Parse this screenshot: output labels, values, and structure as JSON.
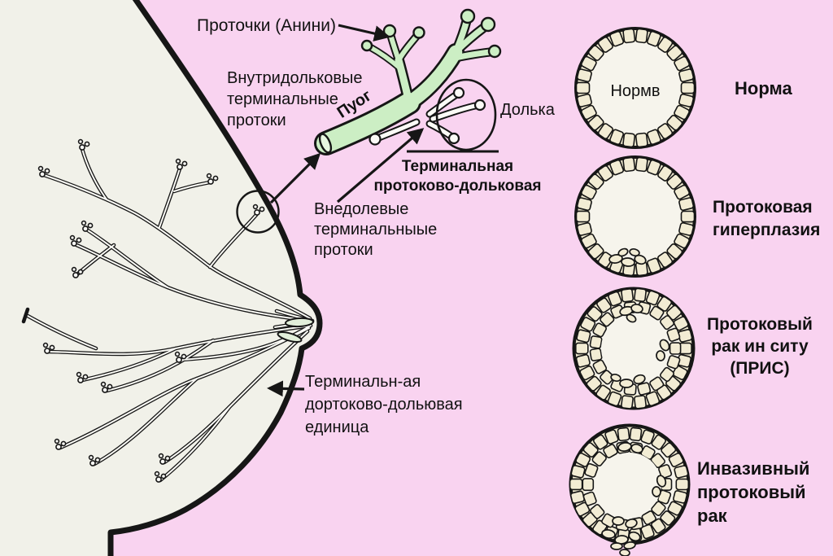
{
  "colors": {
    "background": "#f9d3f0",
    "breast_fill": "#f1f1e9",
    "ink": "#161616",
    "duct_inner": "#fbfbf6",
    "duct_green": "#cceec4",
    "duct_green_light": "#e7f6e0",
    "cell_cream": "#f2ecd4",
    "cell_base": "#efe9cf",
    "lumen": "#f6f4ec",
    "sinus_green": "#e2efda"
  },
  "labels": {
    "ductules": "Проточки (Анини)",
    "intralobular": "Внутридольковые\nтерминальные\nпротоки",
    "duct_caption": "Пуог",
    "lobule": "Долька",
    "tdlu_bracket": "Терминальная\nпротоково-дольковая",
    "extralobular": "Внедолевые\nтерминальныые\nпротоки",
    "tdlu_unit": "Терминальн-ая\nдортоково-дольювая\nединица"
  },
  "right_panel": {
    "items": [
      {
        "circle_text": "Нормв",
        "label": "Норма"
      },
      {
        "label": "Протоковая\nгиперплазия"
      },
      {
        "label": "Протоковый\nрак ин ситу\n(ПРИС)"
      },
      {
        "label": "Инвазивный\nпротоковый\nрак"
      }
    ]
  }
}
